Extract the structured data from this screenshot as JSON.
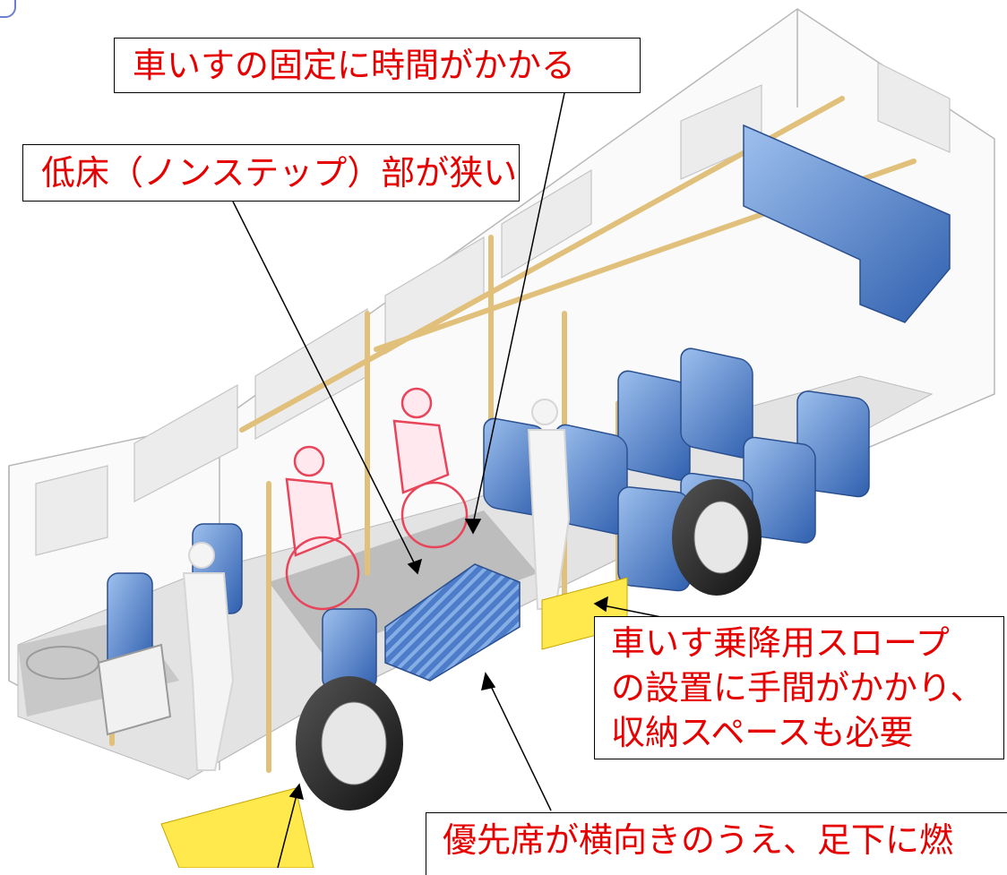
{
  "callouts": {
    "wheelchair_fix": "車いすの固定に時間がかかる",
    "low_floor": "低床（ノンステップ）部が狭い",
    "ramp_lines": [
      "車いす乗降用スロープ",
      "の設置に手間がかかり、",
      "収納スペースも必要"
    ],
    "priority_seat": "優先席が横向きのうえ、足下に燃"
  },
  "colors": {
    "callout_text": "#e60000",
    "seat_blue": "#4d7cc9",
    "handrail": "#e0c07a",
    "ramp_yellow": "#ffe94d",
    "wheelchair_outline": "#e8445a"
  }
}
